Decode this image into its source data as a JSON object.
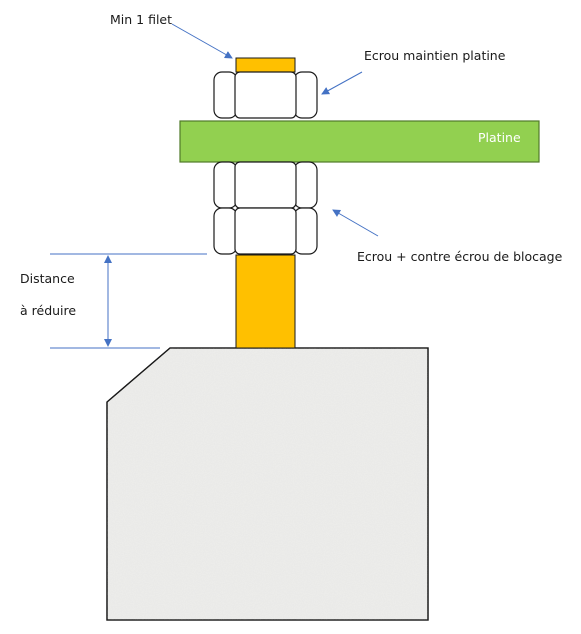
{
  "labels": {
    "min_thread": "Min 1 filet",
    "top_nut": "Ecrou maintien platine",
    "plate": "Platine",
    "lock_nuts": "Ecrou + contre écrou de blocage",
    "distance_line1": "Distance",
    "distance_line2": "à réduire"
  },
  "colors": {
    "rod": "#ffc000",
    "plate": "#92d050",
    "plate_border": "#4f7a28",
    "arrow": "#4472c4",
    "concrete": "#ececea",
    "outline": "#1a1a1a"
  }
}
